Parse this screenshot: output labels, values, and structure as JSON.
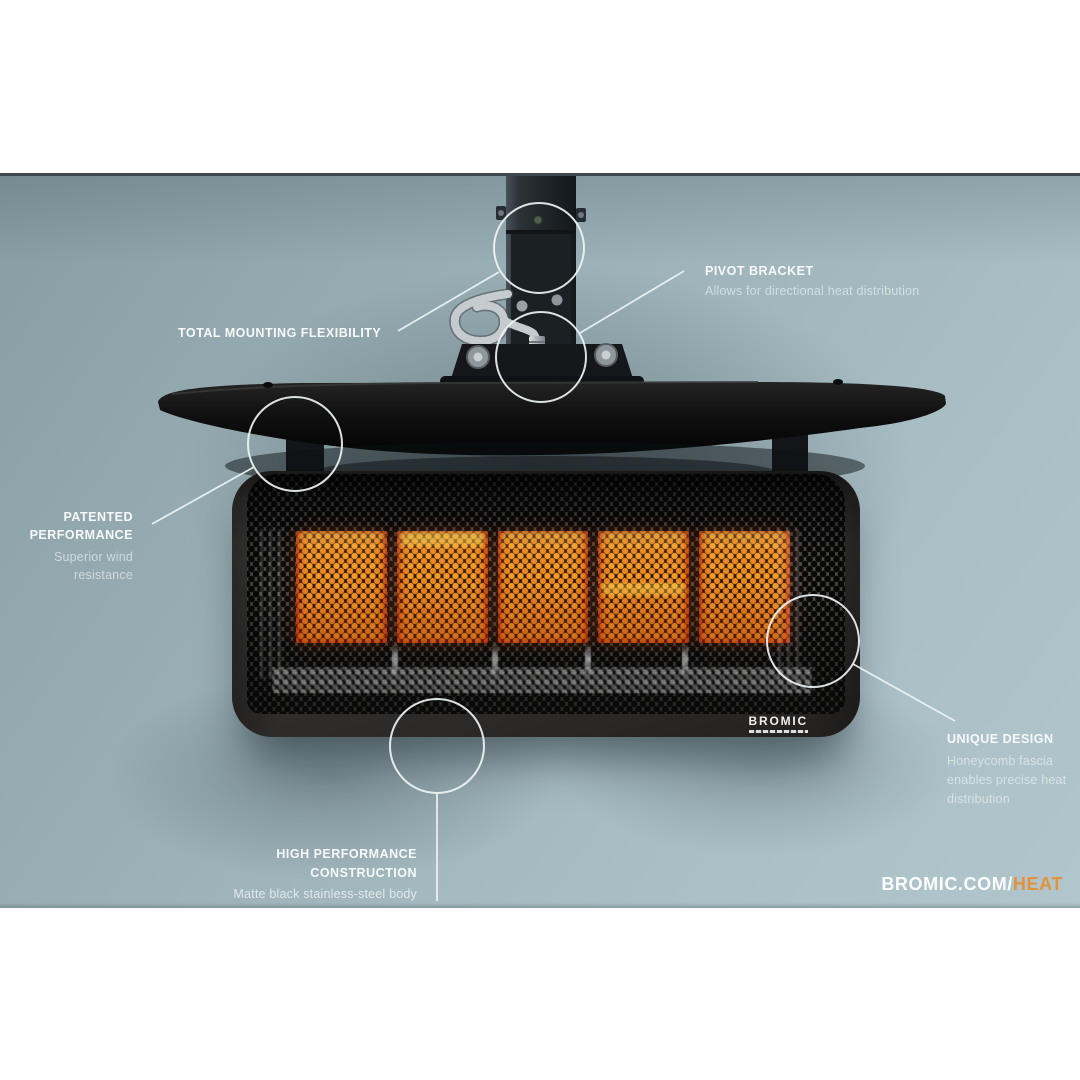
{
  "product": {
    "fascia_logo": "BROMIC"
  },
  "callouts": {
    "total_mounting": {
      "title": "TOTAL MOUNTING FLEXIBILITY"
    },
    "pivot_bracket": {
      "title": "PIVOT BRACKET",
      "description": "Allows for directional heat distribution"
    },
    "patented_performance": {
      "title_line1": "PATENTED",
      "title_line2": "PERFORMANCE",
      "desc_line1": "Superior wind",
      "desc_line2": "resistance"
    },
    "unique_design": {
      "title": "UNIQUE DESIGN",
      "desc_line1": "Honeycomb fascia",
      "desc_line2": "enables precise heat",
      "desc_line3": "distribution"
    },
    "high_performance": {
      "title_line1": "HIGH PERFORMANCE",
      "title_line2": "CONSTRUCTION",
      "desc": "Matte black stainless-steel body"
    }
  },
  "footer": {
    "url_white": "BROMIC.COM/",
    "url_accent": "HEAT"
  },
  "colors": {
    "wall": "#9db2b9",
    "heater_body": "#33312e",
    "glow_orange": "#f09a28",
    "accent_orange": "#e2933a",
    "callout_line": "#eef4f5",
    "letterbox": "#ffffff"
  }
}
